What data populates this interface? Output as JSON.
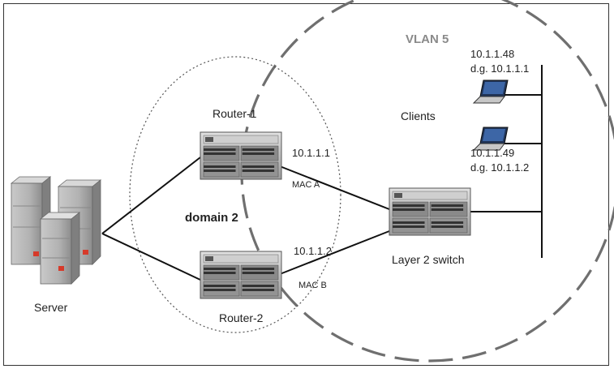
{
  "labels": {
    "vlan": "VLAN 5",
    "router1": "Router-1",
    "router2": "Router-2",
    "domain": "domain 2",
    "clients": "Clients",
    "switch": "Layer 2 switch",
    "server": "Server",
    "ip_router1": "10.1.1.1",
    "mac_a": "MAC A",
    "ip_router2": "10.1.1.2",
    "mac_b": "MAC B",
    "client1_ip": "10.1.1.48",
    "client1_dg": "d.g. 10.1.1.1",
    "client2_ip": "10.1.1.49",
    "client2_dg": "d.g. 10.1.1.2"
  },
  "colors": {
    "line": "#111111",
    "vlan_dash": "#777777",
    "device_body": "#b9b9b9",
    "server_body": "#a8a8a8",
    "server_light": "#d63a2a",
    "laptop_screen": "#2d4f86"
  },
  "icons": [
    "server-icon",
    "router-icon",
    "switch-icon",
    "laptop-icon"
  ]
}
